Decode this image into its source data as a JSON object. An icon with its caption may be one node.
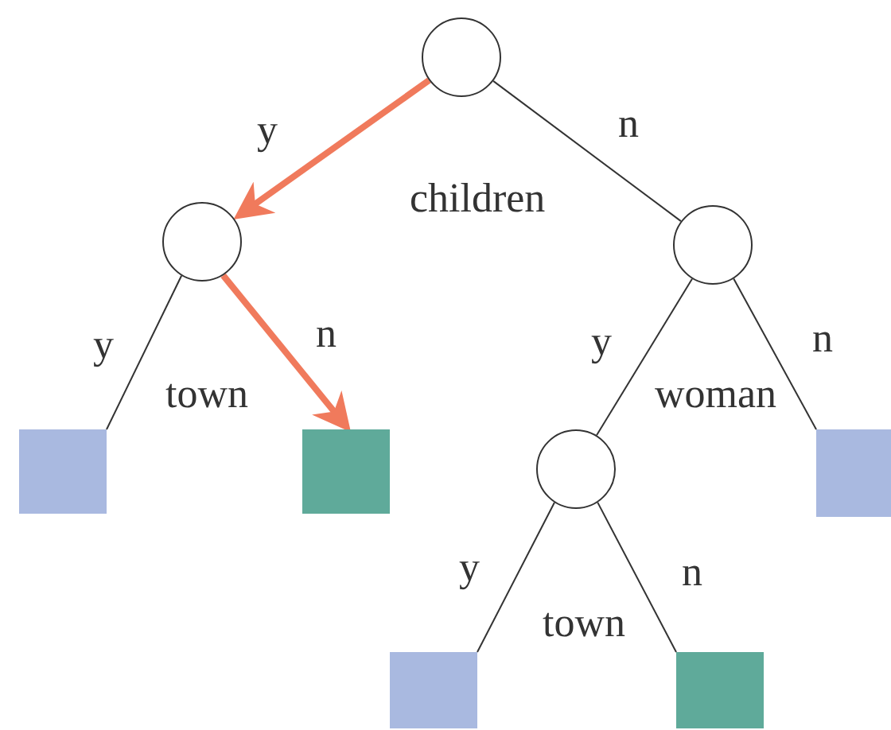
{
  "diagram": {
    "nodes": [
      {
        "text": [],
        "shape": "circle"
      },
      {
        "text": [],
        "shape": "circle"
      },
      {
        "text": [],
        "shape": "circle"
      },
      {
        "text": [],
        "shape": "box"
      },
      {
        "text": [],
        "shape": "box"
      },
      {
        "text": [],
        "shape": "circle"
      },
      {
        "text": [],
        "shape": "box"
      },
      {
        "text": [],
        "shape": "box"
      },
      {
        "text": [],
        "shape": "box"
      }
    ],
    "edges": [
      {
        "from": 0,
        "to": 1,
        "arrow": "to",
        "label": "y",
        "style": "thick",
        "color": "#f07a5c"
      },
      {
        "from": 0,
        "to": 2,
        "arrow": "none",
        "label": "n"
      },
      {
        "from": 1,
        "to": 3,
        "arrow": "none",
        "label": "y"
      },
      {
        "from": 1,
        "to": 4,
        "arrow": "to",
        "label": "n",
        "style": "thick",
        "color": "#f07a5c"
      },
      {
        "from": 2,
        "to": 5,
        "arrow": "none",
        "label": "y"
      },
      {
        "from": 2,
        "to": 6,
        "arrow": "none",
        "label": "n"
      },
      {
        "from": 5,
        "to": 7,
        "arrow": "none",
        "label": "y"
      },
      {
        "from": 5,
        "to": 8,
        "arrow": "none",
        "label": "n"
      }
    ],
    "labels": [
      "children",
      "town",
      "woman",
      "town"
    ]
  }
}
